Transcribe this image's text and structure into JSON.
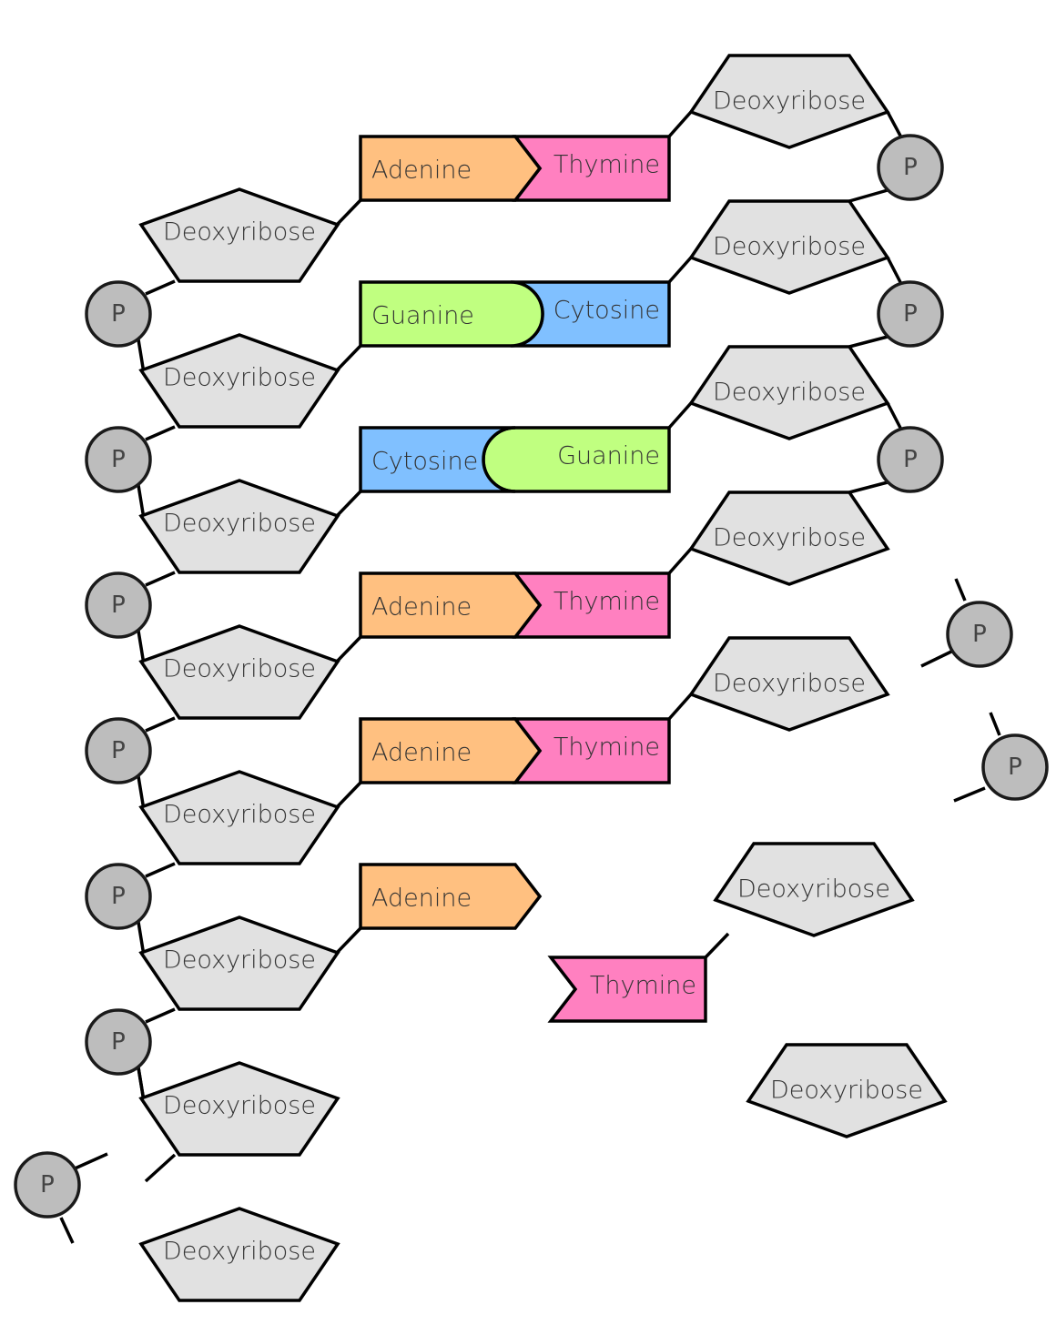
{
  "labels": {
    "sugar": "Deoxyribose",
    "phosphate": "P",
    "adenine": "Adenine",
    "thymine": "Thymine",
    "guanine": "Guanine",
    "cytosine": "Cytosine"
  },
  "colors": {
    "adenine": "#ffc080",
    "thymine": "#ff80c0",
    "guanine": "#c0ff80",
    "cytosine": "#80c0ff",
    "sugar": "#e1e1e1",
    "phosphate": "#bdbdbd"
  },
  "base_pairs": [
    [
      "adenine",
      "thymine"
    ],
    [
      "guanine",
      "cytosine"
    ],
    [
      "cytosine",
      "guanine"
    ],
    [
      "adenine",
      "thymine"
    ],
    [
      "adenine",
      "thymine"
    ]
  ],
  "loose_pieces": {
    "bases": [
      "adenine",
      "thymine"
    ],
    "sugars": 4,
    "phosphates": 3
  }
}
